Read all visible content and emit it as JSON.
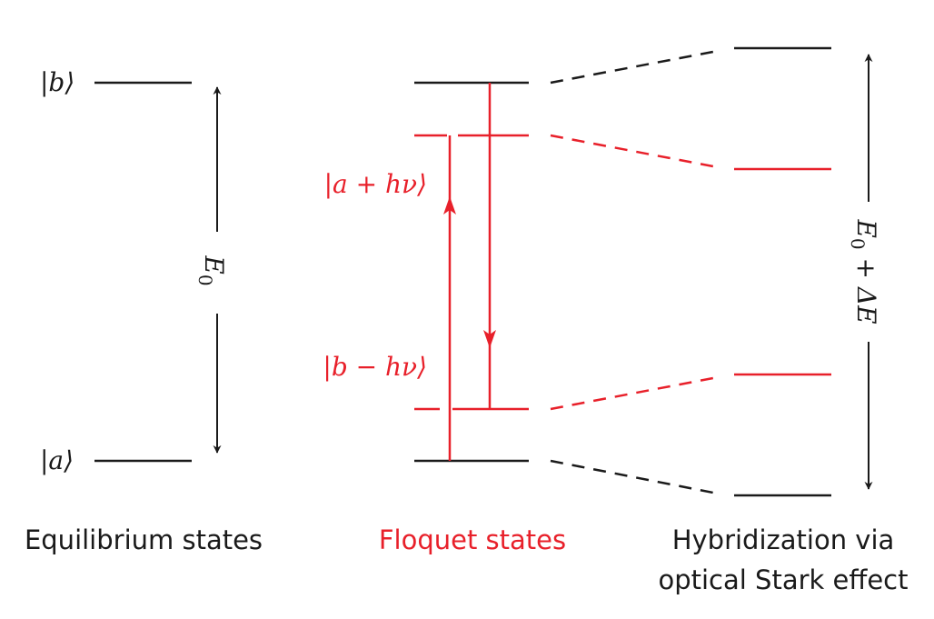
{
  "colors": {
    "black": "#1a1a1a",
    "red": "#e8202a"
  },
  "columns": {
    "equilibrium": {
      "caption": "Equilibrium states"
    },
    "floquet": {
      "caption": "Floquet states"
    },
    "hybrid": {
      "caption_line1": "Hybridization via",
      "caption_line2": "optical Stark effect"
    }
  },
  "states": {
    "b": {
      "label": "|b⟩"
    },
    "a": {
      "label": "|a⟩"
    },
    "a_plus": {
      "label": "|a + hν⟩"
    },
    "b_minus": {
      "label": "|b − hν⟩"
    }
  },
  "energy": {
    "e0": {
      "base": "E",
      "sub": "0"
    },
    "e0_delta": {
      "base": "E",
      "sub": "0",
      "rest": " + ΔE"
    }
  }
}
